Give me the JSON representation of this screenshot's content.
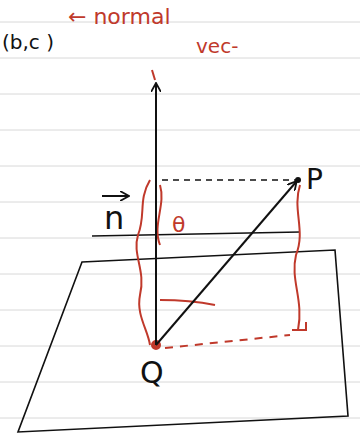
{
  "diagram": {
    "labels": [
      "(b,c )",
      "← normal",
      "vec-",
      "n",
      "P",
      "θ",
      "Q"
    ]
  }
}
